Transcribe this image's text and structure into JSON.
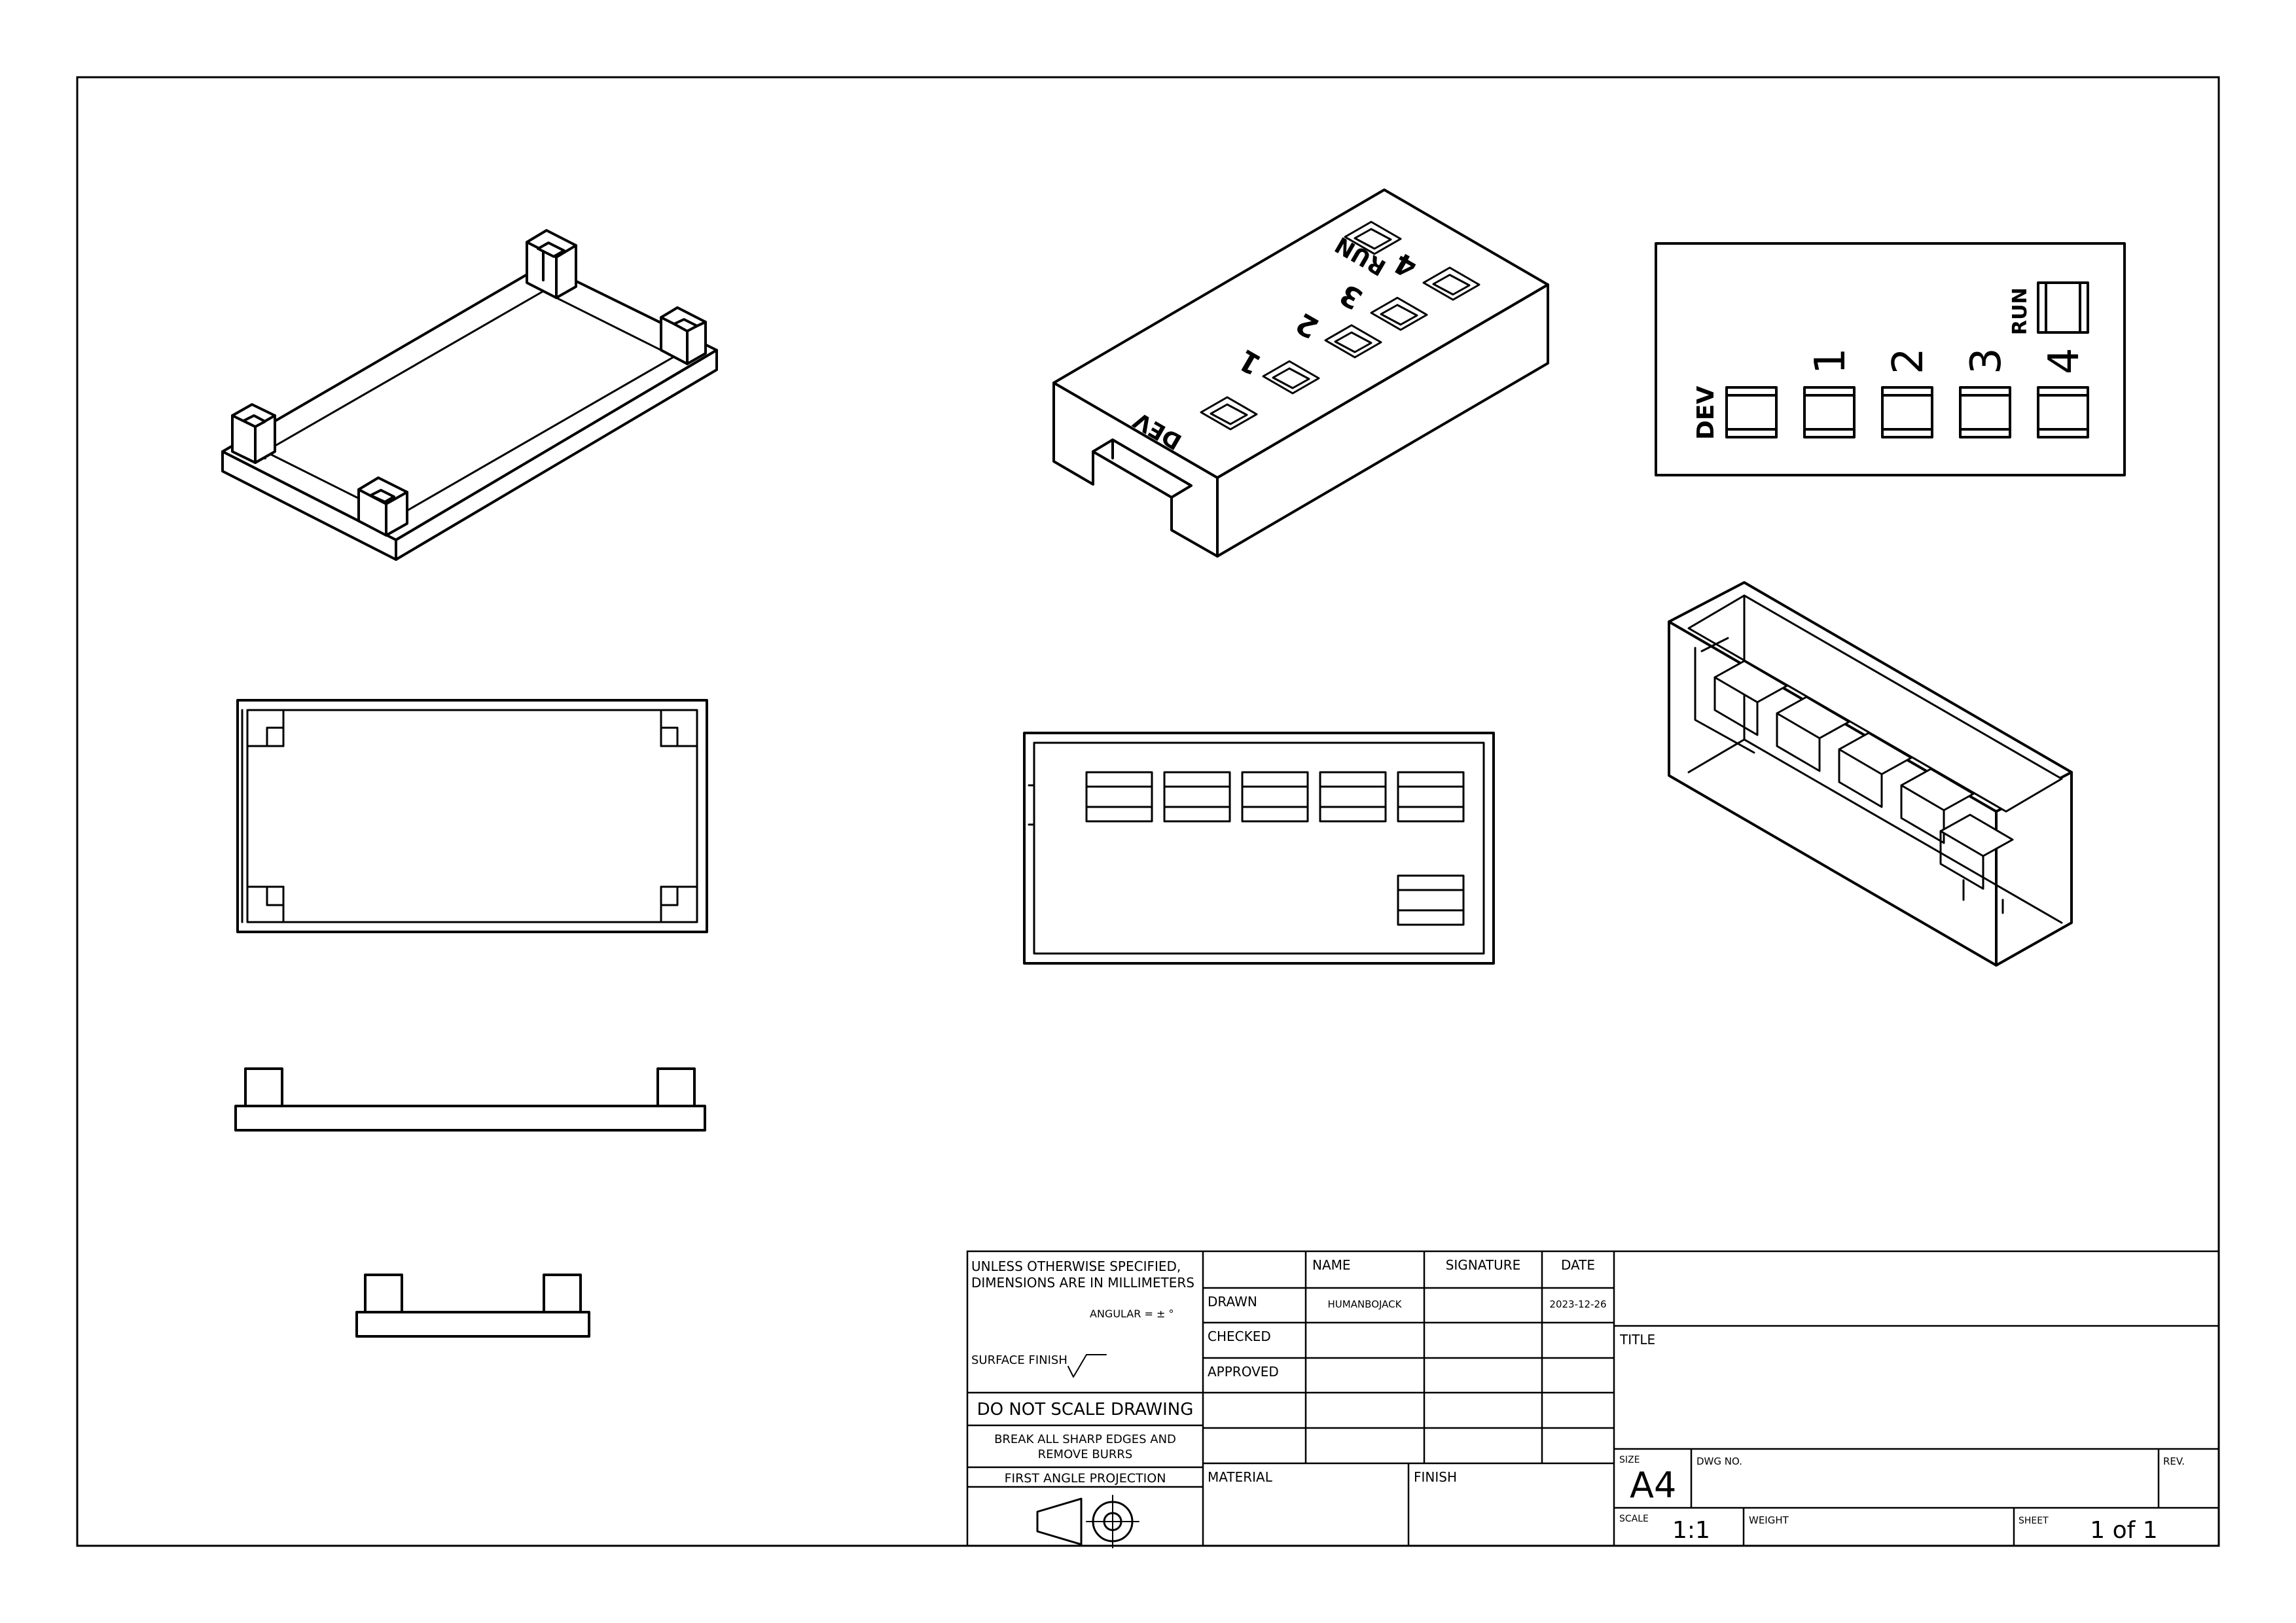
{
  "part_labels": {
    "dev": "DEV",
    "n1": "1",
    "n2": "2",
    "n3": "3",
    "n4": "4",
    "run": "RUN"
  },
  "title_block": {
    "unless_specified_1": "UNLESS OTHERWISE SPECIFIED,",
    "unless_specified_2": "DIMENSIONS ARE IN MILLIMETERS",
    "angular": "ANGULAR = ± °",
    "surface_finish": "SURFACE FINISH",
    "do_not_scale": "DO NOT SCALE DRAWING",
    "break_edges_1": "BREAK ALL SHARP EDGES AND",
    "break_edges_2": "REMOVE BURRS",
    "first_angle": "FIRST ANGLE PROJECTION",
    "col_name": "NAME",
    "col_signature": "SIGNATURE",
    "col_date": "DATE",
    "row_drawn": "DRAWN",
    "row_checked": "CHECKED",
    "row_approved": "APPROVED",
    "drawn_name": "HUMANBOJACK",
    "drawn_date": "2023-12-26",
    "material": "MATERIAL",
    "finish": "FINISH",
    "title_label": "TITLE",
    "size_label": "SIZE",
    "size_value": "A4",
    "dwg_no_label": "DWG NO.",
    "rev_label": "REV.",
    "scale_label": "SCALE",
    "scale_value": "1:1",
    "weight_label": "WEIGHT",
    "sheet_label": "SHEET",
    "sheet_value": "1 of 1"
  }
}
